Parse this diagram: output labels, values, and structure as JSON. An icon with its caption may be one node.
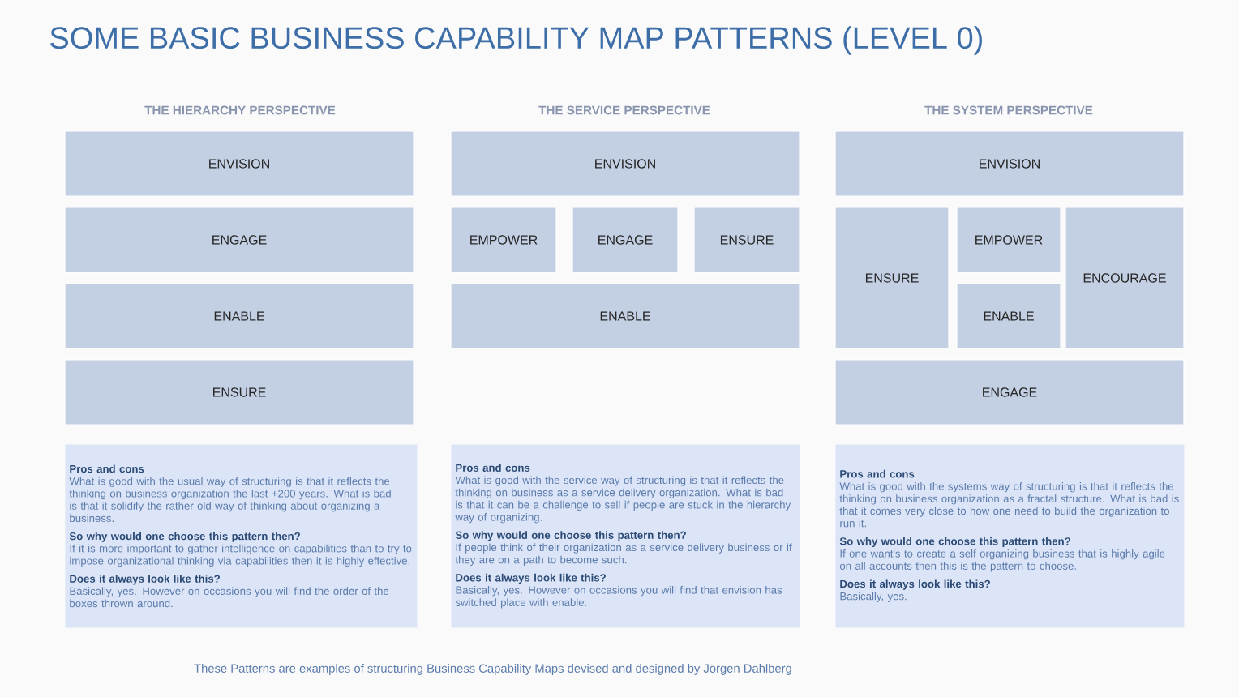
{
  "diagram": {
    "title": "SOME BASIC BUSINESS CAPABILITY MAP PATTERNS (LEVEL 0)",
    "caption": "These Patterns are examples of structuring Business Capability Maps devised and designed by Jörgen Dahlberg",
    "labels": [
      "THE HIERARCHY PERSPECTIVE",
      "THE SERVICE PERSPECTIVE",
      "THE SYSTEM PERSPECTIVE"
    ],
    "nodes": [
      {
        "text": [
          "ENVISION"
        ]
      },
      {
        "text": [
          "ENGAGE"
        ]
      },
      {
        "text": [
          "ENABLE"
        ]
      },
      {
        "text": [
          "ENSURE"
        ]
      },
      {
        "text": [
          "ENVISION"
        ]
      },
      {
        "text": [
          "EMPOWER"
        ]
      },
      {
        "text": [
          "ENGAGE"
        ]
      },
      {
        "text": [
          "ENSURE"
        ]
      },
      {
        "text": [
          "ENABLE"
        ]
      },
      {
        "text": [
          "ENVISION"
        ]
      },
      {
        "text": [
          "ENSURE"
        ]
      },
      {
        "text": [
          "EMPOWER"
        ]
      },
      {
        "text": [
          "ENCOURAGE"
        ]
      },
      {
        "text": [
          "ENABLE"
        ]
      },
      {
        "text": [
          "ENGAGE"
        ]
      },
      {
        "text": [
          "Pros and cons",
          "What is good with the usual way of structuring is that it reflects the thinking on business organization the last +200 years. What is bad is that it solidify the rather old way of thinking about organizing a business.",
          "So why would one choose this pattern then?",
          "If it is more important to gather intelligence on capabilities than to try to impose organizational thinking via capabilities then it is highly effective.",
          "Does it always look like this?",
          "Basically, yes. However on occasions you will find the order of the boxes thrown around."
        ]
      },
      {
        "text": [
          "Pros and cons",
          "What is good with the service way of structuring is that it reflects the thinking on business as a service delivery organization. What is bad is that it can be a challenge to sell if people are stuck in the hierarchy way of organizing.",
          "So why would one choose this pattern then?",
          "If people think of their organization as a service delivery business or if they are on a path to become such.",
          "Does it always look like this?",
          "Basically, yes. However on occasions you will find that envision has switched place with enable."
        ]
      },
      {
        "text": [
          "Pros and cons",
          "What is good with the systems way of structuring is that it reflects the thinking on business organization as a fractal structure. What is bad is that it comes very close to how one need to build the organization to run it.",
          "So why would one choose this pattern then?",
          "If one want's to create a self organizing business that is highly agile on all accounts then this is the pattern to choose.",
          "Does it always look like this?",
          "Basically, yes."
        ]
      }
    ]
  }
}
